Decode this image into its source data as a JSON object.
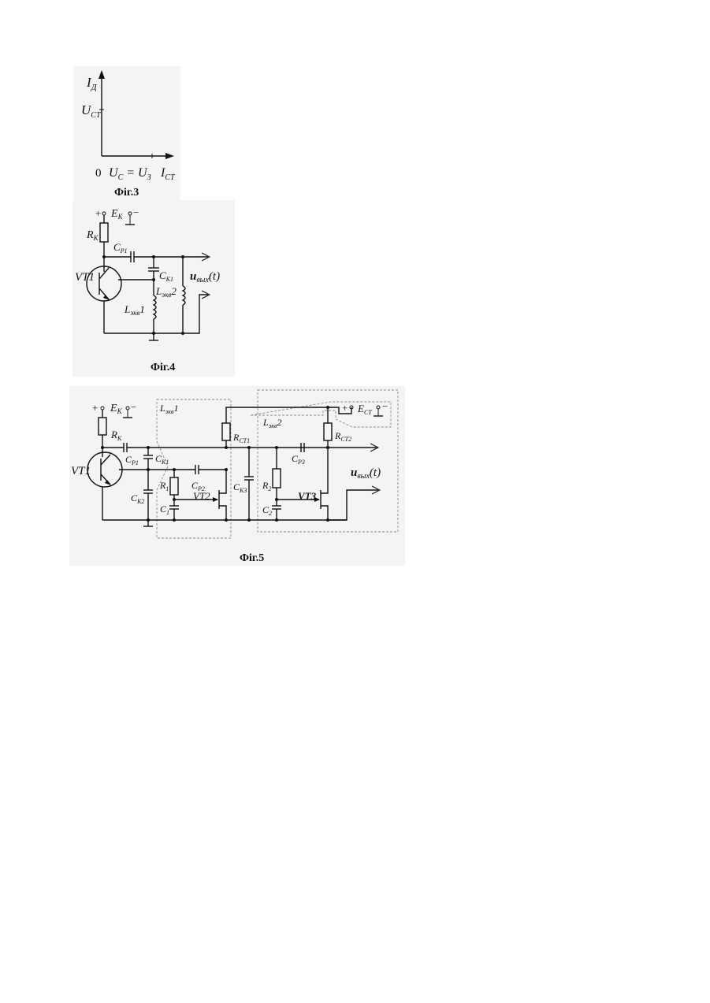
{
  "fig3": {
    "caption": "Фіг.3",
    "y_label_top": "I",
    "y_label_top_sub": "Д",
    "y_label_mid": "U",
    "y_label_mid_sub": "СТ",
    "origin": "0",
    "x_label_left": "U",
    "x_label_left_sub": "C",
    "x_label_eq": " = U",
    "x_label_eq_sub": "З",
    "x_label_right": "I",
    "x_label_right_sub": "СТ"
  },
  "fig4": {
    "caption": "Фіг.4",
    "supply": "E",
    "supply_sub": "К",
    "plus": "+",
    "minus": "−",
    "rk": "R",
    "rk_sub": "К",
    "cp1": "C",
    "cp1_sub": "P1",
    "ck1": "C",
    "ck1_sub": "К1",
    "vt1": "VT1",
    "lekv1": "L",
    "lekv1_sub": "экв",
    "lekv1_num": "1",
    "lekv2": "L",
    "lekv2_sub": "экв",
    "lekv2_num": "2",
    "uout": "u",
    "uout_sub": "вых",
    "uout_arg": "(t)"
  },
  "fig5": {
    "caption": "Фіг.5",
    "supply": "E",
    "supply_sub": "К",
    "supply2": "E",
    "supply2_sub": "СТ",
    "plus": "+",
    "minus": "−",
    "rk": "R",
    "rk_sub": "К",
    "vt1": "VT1",
    "cp1": "C",
    "cp1_sub": "P1",
    "ck1": "C",
    "ck1_sub": "К1",
    "ck2": "C",
    "ck2_sub": "К2",
    "lekv1": "L",
    "lekv1_sub": "экв",
    "lekv1_num": "1",
    "lekv2": "L",
    "lekv2_sub": "экв",
    "lekv2_num": "2",
    "rct1": "R",
    "rct1_sub": "СТ1",
    "rct2": "R",
    "rct2_sub": "СТ2",
    "cp2": "C",
    "cp2_sub": "P2",
    "cp3": "C",
    "cp3_sub": "P3",
    "ck3": "C",
    "ck3_sub": "К3",
    "r1": "R",
    "r1_sub": "1",
    "r2": "R",
    "r2_sub": "2",
    "c1": "C",
    "c1_sub": "1",
    "c2": "C",
    "c2_sub": "2",
    "vt2": "VT2",
    "vt3": "VT3",
    "uout": "u",
    "uout_sub": "вых",
    "uout_arg": "(t)"
  }
}
